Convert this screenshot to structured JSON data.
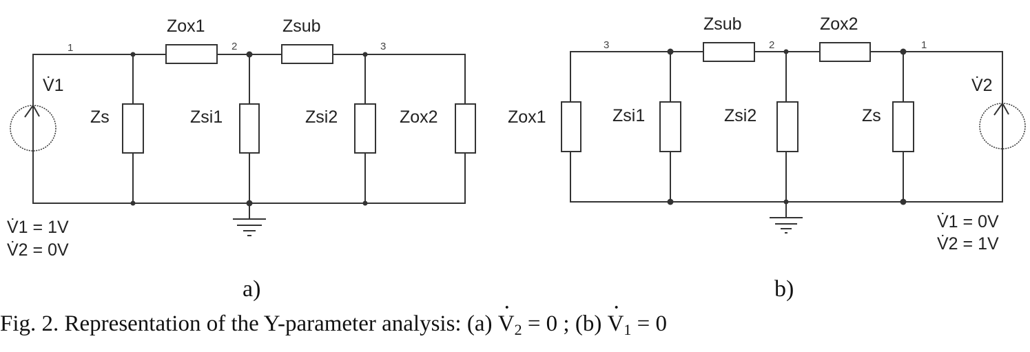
{
  "figure": {
    "panel_a": {
      "label": "a)",
      "source": "V̇1",
      "nodes": [
        "1",
        "2",
        "3"
      ],
      "components": {
        "series": [
          "Zox1",
          "Zsub"
        ],
        "shunt": [
          "Zs",
          "Zsi1",
          "Zsi2",
          "Zox2"
        ]
      },
      "conditions": [
        "V̇1 = 1V",
        "V̇2 = 0V"
      ]
    },
    "panel_b": {
      "label": "b)",
      "source": "V̇2",
      "nodes": [
        "3",
        "2",
        "1"
      ],
      "components": {
        "series": [
          "Zsub",
          "Zox2"
        ],
        "shunt": [
          "Zox1",
          "Zsi1",
          "Zsi2",
          "Zs"
        ]
      },
      "conditions": [
        "V̇1 = 0V",
        "V̇2 = 1V"
      ]
    },
    "caption": {
      "prefix": "Fig. 2. Representation of the Y-parameter analysis: (a) ",
      "cond_a_var": "V",
      "cond_a_sub": "2",
      "cond_a_rest": " = 0 ;  (b) ",
      "cond_b_var": "V",
      "cond_b_sub": "1",
      "cond_b_rest": " = 0"
    }
  }
}
